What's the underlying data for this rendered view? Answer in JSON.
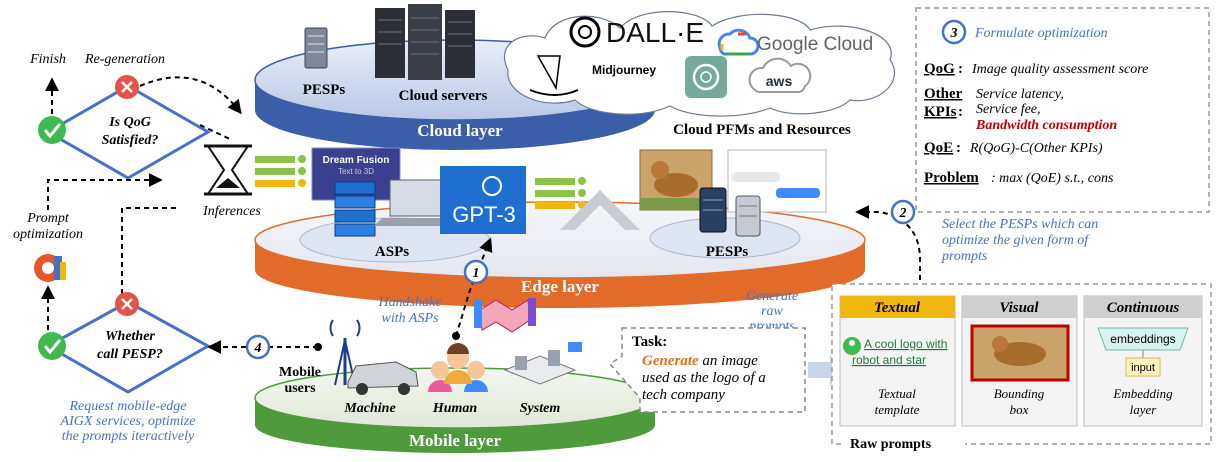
{
  "layers": {
    "cloud": "Cloud layer",
    "edge": "Edge layer",
    "mobile": "Mobile layer"
  },
  "cloud": {
    "pesps": "PESPs",
    "servers": "Cloud servers",
    "pfms": "Cloud PFMs and Resources",
    "brand_dalle": "DALL·E",
    "brand_google": "Google Cloud",
    "brand_midjourney": "Midjourney",
    "brand_aws": "aws"
  },
  "edge": {
    "asps": "ASPs",
    "pesps": "PESPs",
    "dreamfusion_title": "Dream Fusion",
    "dreamfusion_sub": "Text to 3D",
    "gpt3": "GPT-3"
  },
  "mobile": {
    "users_l1": "Mobile",
    "users_l2": "users",
    "machine": "Machine",
    "human": "Human",
    "system": "System"
  },
  "flow": {
    "finish": "Finish",
    "regeneration": "Re-generation",
    "qog_l1": "Is QoG",
    "qog_l2": "Satisfied?",
    "inferences": "Inferences",
    "prompt_opt_l1": "Prompt",
    "prompt_opt_l2": "optimization",
    "pesp_l1": "Whether",
    "pesp_l2": "call PESP?",
    "request_l1": "Request mobile-edge",
    "request_l2": "AIGX services, optimize",
    "request_l3": "the prompts iteractively",
    "handshake_l1": "Handshake",
    "handshake_l2": "with ASPs",
    "generate_l1": "Generate",
    "generate_l2": "raw",
    "generate_l3": "prompts",
    "select_l1": "Select the PESPs which can",
    "select_l2": "optimize the given form of",
    "select_l3": "prompts"
  },
  "steps": [
    "1",
    "2",
    "3",
    "4"
  ],
  "optimization": {
    "title": "Formulate optimization",
    "qog_label": "QoG",
    "qog_text": "Image quality assessment score",
    "other_label_l1": "Other",
    "other_label_l2": "KPIs",
    "other_text_l1": "Service latency,",
    "other_text_l2": "Service fee,",
    "other_text_l3": "Bandwidth consumption",
    "qoe_label": "QoE",
    "qoe_text": "R(QoG)-C(Other KPIs)",
    "problem_label": "Problem",
    "problem_text": ": max (QoE) s.t., cons"
  },
  "task": {
    "title": "Task:",
    "verb": "Generate",
    "l1_rest": " an image",
    "l2": "used as the logo of a",
    "l3": "tech company"
  },
  "raw_prompts": {
    "title": "Raw prompts",
    "textual": "Textual",
    "visual": "Visual",
    "continuous": "Continuous",
    "textual_content_l1": "A cool logo with",
    "textual_content_l2": "robot and star",
    "embeddings": "embeddings",
    "input": "input",
    "textual_cap_l1": "Textual",
    "textual_cap_l2": "template",
    "visual_cap_l1": "Bounding",
    "visual_cap_l2": "box",
    "continuous_cap_l1": "Embedding",
    "continuous_cap_l2": "layer"
  },
  "colors": {
    "accent_blue": "#4472c4",
    "cloud_layer": "#3b5ea8",
    "edge_layer": "#e26b2a",
    "mobile_layer": "#4e9a3c",
    "textual_header": "#f2b70f",
    "red_text": "#c00000",
    "orange_text": "#e07020"
  }
}
